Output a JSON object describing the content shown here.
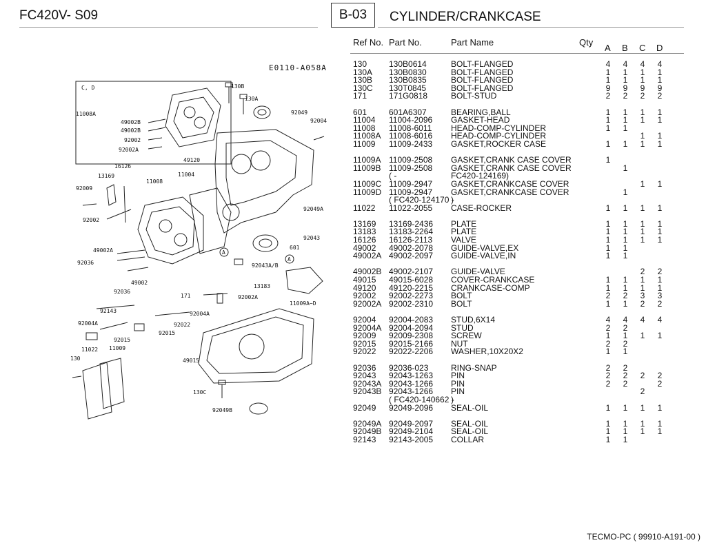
{
  "header": {
    "model": "FC420V- S09",
    "section": "B-03",
    "title": "CYLINDER/CRANKCASE"
  },
  "diagram": {
    "code": "E0110-A058A",
    "box_label": "C, D",
    "labels": [
      "130B",
      "130A",
      "92049",
      "92004",
      "11008A",
      "49002B",
      "49002B",
      "92002",
      "92002A",
      "49120",
      "16126",
      "13169",
      "11008",
      "11004",
      "92009",
      "92002",
      "92049A",
      "92043",
      "601",
      "49002A",
      "92036",
      "49002",
      "92043A/B",
      "92036",
      "171",
      "13183",
      "92002A",
      "11009A~D",
      "92143",
      "92004A",
      "92004A",
      "92022",
      "92015",
      "92015",
      "11022",
      "11009",
      "130",
      "49015",
      "130C",
      "92049B"
    ]
  },
  "table": {
    "headers": {
      "ref": "Ref No.",
      "part": "Part No.",
      "name": "Part Name",
      "qty": "Qty",
      "a": "A",
      "b": "B",
      "c": "C",
      "d": "D"
    },
    "groups": [
      [
        {
          "ref": "130",
          "part": "130B0614",
          "name": "BOLT-FLANGED",
          "a": "4",
          "b": "4",
          "c": "4",
          "d": "4"
        },
        {
          "ref": "130A",
          "part": "130B0830",
          "name": "BOLT-FLANGED",
          "a": "1",
          "b": "1",
          "c": "1",
          "d": "1"
        },
        {
          "ref": "130B",
          "part": "130B0835",
          "name": "BOLT-FLANGED",
          "a": "1",
          "b": "1",
          "c": "1",
          "d": "1"
        },
        {
          "ref": "130C",
          "part": "130T0845",
          "name": "BOLT-FLANGED",
          "a": "9",
          "b": "9",
          "c": "9",
          "d": "9"
        },
        {
          "ref": "171",
          "part": "171G0818",
          "name": "BOLT-STUD",
          "a": "2",
          "b": "2",
          "c": "2",
          "d": "2"
        }
      ],
      [
        {
          "ref": "601",
          "part": "601A6307",
          "name": "BEARING,BALL",
          "a": "1",
          "b": "1",
          "c": "1",
          "d": "1"
        },
        {
          "ref": "11004",
          "part": "11004-2096",
          "name": "GASKET-HEAD",
          "a": "1",
          "b": "1",
          "c": "1",
          "d": "1"
        },
        {
          "ref": "11008",
          "part": "11008-6011",
          "name": "HEAD-COMP-CYLINDER",
          "a": "1",
          "b": "1",
          "c": "",
          "d": ""
        },
        {
          "ref": "11008A",
          "part": "11008-6016",
          "name": "HEAD-COMP-CYLINDER",
          "a": "",
          "b": "",
          "c": "1",
          "d": "1"
        },
        {
          "ref": "11009",
          "part": "11009-2433",
          "name": "GASKET,ROCKER CASE",
          "a": "1",
          "b": "1",
          "c": "1",
          "d": "1"
        }
      ],
      [
        {
          "ref": "11009A",
          "part": "11009-2508",
          "name": "GASKET,CRANK CASE COVER",
          "a": "1",
          "b": "",
          "c": "",
          "d": ""
        },
        {
          "ref": "11009B",
          "part": "11009-2508",
          "name": "GASKET,CRANK CASE COVER",
          "a": "",
          "b": "1",
          "c": "",
          "d": ""
        },
        {
          "ref": "",
          "part": "(          -",
          "name": "FC420-124169)",
          "a": "",
          "b": "",
          "c": "",
          "d": ""
        },
        {
          "ref": "11009C",
          "part": "11009-2947",
          "name": "GASKET,CRANKCASE COVER",
          "a": "",
          "b": "",
          "c": "1",
          "d": "1"
        },
        {
          "ref": "11009D",
          "part": "11009-2947",
          "name": "GASKET,CRANKCASE COVER",
          "a": "",
          "b": "1",
          "c": "",
          "d": ""
        },
        {
          "ref": "",
          "part": "(    FC420-124170 -",
          "name": "              )",
          "a": "",
          "b": "",
          "c": "",
          "d": ""
        },
        {
          "ref": "11022",
          "part": "11022-2055",
          "name": "CASE-ROCKER",
          "a": "1",
          "b": "1",
          "c": "1",
          "d": "1"
        }
      ],
      [
        {
          "ref": "13169",
          "part": "13169-2436",
          "name": "PLATE",
          "a": "1",
          "b": "1",
          "c": "1",
          "d": "1"
        },
        {
          "ref": "13183",
          "part": "13183-2264",
          "name": "PLATE",
          "a": "1",
          "b": "1",
          "c": "1",
          "d": "1"
        },
        {
          "ref": "16126",
          "part": "16126-2113",
          "name": "VALVE",
          "a": "1",
          "b": "1",
          "c": "1",
          "d": "1"
        },
        {
          "ref": "49002",
          "part": "49002-2078",
          "name": "GUIDE-VALVE,EX",
          "a": "1",
          "b": "1",
          "c": "",
          "d": ""
        },
        {
          "ref": "49002A",
          "part": "49002-2097",
          "name": "GUIDE-VALVE,IN",
          "a": "1",
          "b": "1",
          "c": "",
          "d": ""
        }
      ],
      [
        {
          "ref": "49002B",
          "part": "49002-2107",
          "name": "GUIDE-VALVE",
          "a": "",
          "b": "",
          "c": "2",
          "d": "2"
        },
        {
          "ref": "49015",
          "part": "49015-6028",
          "name": "COVER-CRANKCASE",
          "a": "1",
          "b": "1",
          "c": "1",
          "d": "1"
        },
        {
          "ref": "49120",
          "part": "49120-2215",
          "name": "CRANKCASE-COMP",
          "a": "1",
          "b": "1",
          "c": "1",
          "d": "1"
        },
        {
          "ref": "92002",
          "part": "92002-2273",
          "name": "BOLT",
          "a": "2",
          "b": "2",
          "c": "3",
          "d": "3"
        },
        {
          "ref": "92002A",
          "part": "92002-2310",
          "name": "BOLT",
          "a": "1",
          "b": "1",
          "c": "2",
          "d": "2"
        }
      ],
      [
        {
          "ref": "92004",
          "part": "92004-2083",
          "name": "STUD,6X14",
          "a": "4",
          "b": "4",
          "c": "4",
          "d": "4"
        },
        {
          "ref": "92004A",
          "part": "92004-2094",
          "name": "STUD",
          "a": "2",
          "b": "2",
          "c": "",
          "d": ""
        },
        {
          "ref": "92009",
          "part": "92009-2308",
          "name": "SCREW",
          "a": "1",
          "b": "1",
          "c": "1",
          "d": "1"
        },
        {
          "ref": "92015",
          "part": "92015-2166",
          "name": "NUT",
          "a": "2",
          "b": "2",
          "c": "",
          "d": ""
        },
        {
          "ref": "92022",
          "part": "92022-2206",
          "name": "WASHER,10X20X2",
          "a": "1",
          "b": "1",
          "c": "",
          "d": ""
        }
      ],
      [
        {
          "ref": "92036",
          "part": "92036-023",
          "name": "RING-SNAP",
          "a": "2",
          "b": "2",
          "c": "",
          "d": ""
        },
        {
          "ref": "92043",
          "part": "92043-1263",
          "name": "PIN",
          "a": "2",
          "b": "2",
          "c": "2",
          "d": "2"
        },
        {
          "ref": "92043A",
          "part": "92043-1266",
          "name": "PIN",
          "a": "2",
          "b": "2",
          "c": "",
          "d": "2"
        },
        {
          "ref": "92043B",
          "part": "92043-1266",
          "name": "PIN",
          "a": "",
          "b": "",
          "c": "2",
          "d": ""
        },
        {
          "ref": "",
          "part": "(    FC420-140662 -",
          "name": "              )",
          "a": "",
          "b": "",
          "c": "",
          "d": ""
        },
        {
          "ref": "92049",
          "part": "92049-2096",
          "name": "SEAL-OIL",
          "a": "1",
          "b": "1",
          "c": "1",
          "d": "1"
        }
      ],
      [
        {
          "ref": "92049A",
          "part": "92049-2097",
          "name": "SEAL-OIL",
          "a": "1",
          "b": "1",
          "c": "1",
          "d": "1"
        },
        {
          "ref": "92049B",
          "part": "92049-2104",
          "name": "SEAL-OIL",
          "a": "1",
          "b": "1",
          "c": "1",
          "d": "1"
        },
        {
          "ref": "92143",
          "part": "92143-2005",
          "name": "COLLAR",
          "a": "1",
          "b": "1",
          "c": "",
          "d": ""
        }
      ]
    ]
  },
  "footer": {
    "text": "TECMO-PC  ( 99910-A191-00 )"
  }
}
